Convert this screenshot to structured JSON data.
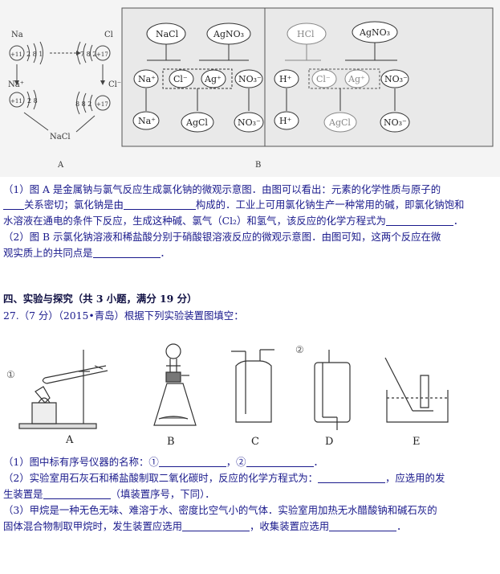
{
  "figure_top": {
    "panel_a": {
      "na_top": "Na",
      "na_top_nucleus": "+11",
      "na_top_shells": "2 8 1",
      "cl_top": "Cl",
      "cl_top_nucleus": "+17",
      "cl_top_shells": "7 8 2",
      "na_ion": "Na⁺",
      "na_ion_nucleus": "+11",
      "na_ion_shells": "2 8",
      "cl_ion": "Cl⁻",
      "cl_ion_nucleus": "+17",
      "cl_ion_shells": "8 8 2",
      "product": "NaCl",
      "caption": "A"
    },
    "panel_b": {
      "left_reactant1": "NaCl",
      "left_reactant2": "AgNO₃",
      "left_ion1": "Na⁺",
      "left_ion2": "Cl⁻",
      "left_ion3": "Ag⁺",
      "left_ion4": "NO₃⁻",
      "left_out1": "Na⁺",
      "left_out2": "AgCl",
      "left_out3": "NO₃⁻",
      "right_reactant1": "HCl",
      "right_reactant2": "AgNO₃",
      "right_ion1": "H⁺",
      "right_ion2": "Cl⁻",
      "right_ion3": "Ag⁺",
      "right_ion4": "NO₃⁻",
      "right_out1": "H⁺",
      "right_out2": "AgCl",
      "right_out3": "NO₃⁻",
      "caption": "B"
    }
  },
  "q26": {
    "line1": "（1）图 A 是金属钠与氯气反应生成氯化钠的微观示意图．由图可以看出：元素的化学性质与原子的",
    "line2a": "关系密切；氯化钠是由",
    "line2b": "构成的．工业上可用氯化钠生产一种常用的碱，即氯化钠饱和",
    "line3a": "水溶液在通电的条件下反应，生成这种碱、氯气（Cl₂）和氢气，该反应的化学方程式为",
    "line3b": "．",
    "line4": "（2）图 B 示氯化钠溶液和稀盐酸分别于硝酸银溶液反应的微观示意图．由图可知，这两个反应在微",
    "line5a": "观实质上的共同点是",
    "line5b": "．"
  },
  "section4": {
    "heading": "四、实验与探究（共 3 小题，满分 19 分）",
    "q27_intro": "27.（7 分）（2015•青岛）根据下列实验装置图填空："
  },
  "apparatus": {
    "label_a": "A",
    "label_b": "B",
    "label_c": "C",
    "label_d": "D",
    "label_e": "E",
    "marker1": "①",
    "marker2": "②"
  },
  "q27": {
    "p1a": "（1）图中标有序号仪器的名称：①",
    "p1b": "，②",
    "p1c": "．",
    "p2a": "（2）实验室用石灰石和稀盐酸制取二氧化碳时，反应的化学方程式为：",
    "p2b": "，应选用的发",
    "p2c": "生装置是",
    "p2d": "（填装置序号，下同）．",
    "p3a": "（3）甲烷是一种无色无味、难溶于水、密度比空气小的气体．实验室用加热无水醋酸钠和碱石灰的",
    "p3b": "固体混合物制取甲烷时，发生装置应选用",
    "p3c": "，收集装置应选用",
    "p3d": "．"
  }
}
